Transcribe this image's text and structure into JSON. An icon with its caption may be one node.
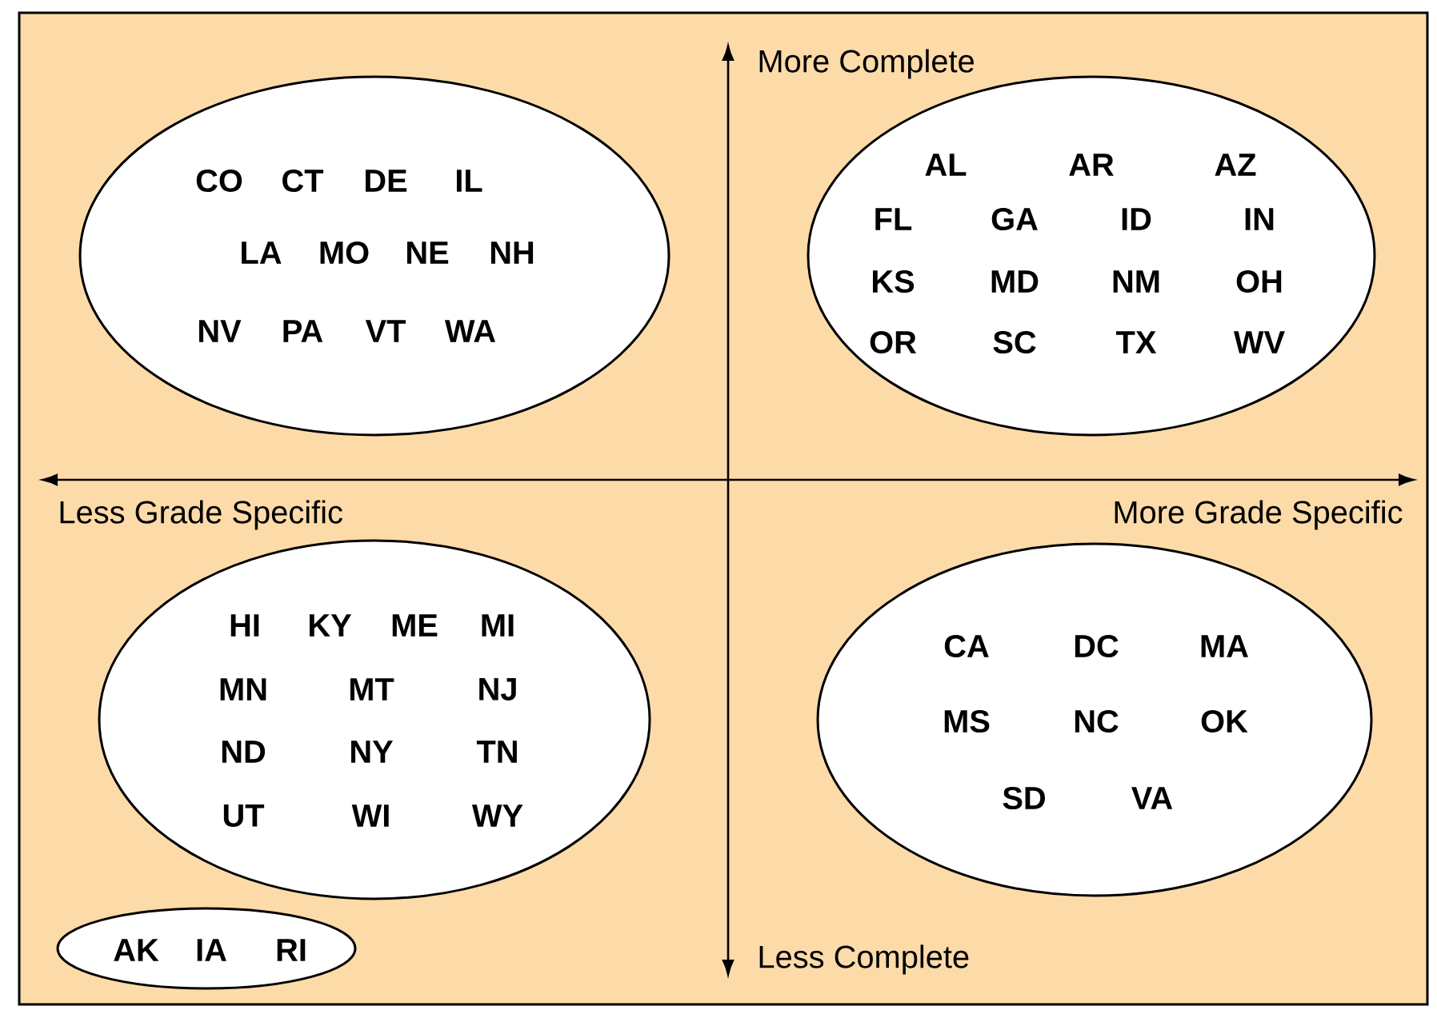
{
  "diagram": {
    "nodes": [
      {
        "text": [
          "CO",
          "CT",
          "DE",
          "IL",
          "LA",
          "MO",
          "NE",
          "NH",
          "NV",
          "PA",
          "VT",
          "WA"
        ]
      },
      {
        "text": [
          "AL",
          "AR",
          "AZ",
          "FL",
          "GA",
          "ID",
          "IN",
          "KS",
          "MD",
          "NM",
          "OH",
          "OR",
          "SC",
          "TX",
          "WV"
        ]
      },
      {
        "text": [
          "HI",
          "KY",
          "ME",
          "MI",
          "MN",
          "MT",
          "NJ",
          "ND",
          "NY",
          "TN",
          "UT",
          "WI",
          "WY"
        ]
      },
      {
        "text": [
          "CA",
          "DC",
          "MA",
          "MS",
          "NC",
          "OK",
          "SD",
          "VA"
        ]
      },
      {
        "text": [
          "AK",
          "IA",
          "RI"
        ]
      }
    ],
    "labels": [
      "More Complete",
      "Less Grade Specific",
      "More Grade Specific",
      "Less Complete"
    ]
  }
}
